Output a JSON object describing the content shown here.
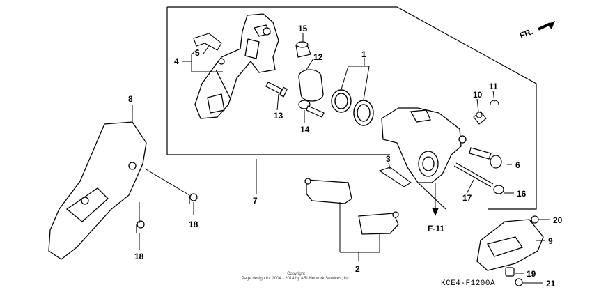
{
  "diagram": {
    "callouts": [
      "1",
      "2",
      "3",
      "4",
      "5",
      "6",
      "7",
      "8",
      "9",
      "10",
      "11",
      "12",
      "13",
      "14",
      "15",
      "16",
      "17",
      "18",
      "18",
      "19",
      "20",
      "21"
    ],
    "reference_label": "F-11",
    "direction_label": "FR.",
    "diagram_code": "KCE4-F1200A",
    "copyright_line1": "Copyright",
    "copyright_line2": "Page design for 2004 - 2014 by ARI Network Services, Inc."
  }
}
